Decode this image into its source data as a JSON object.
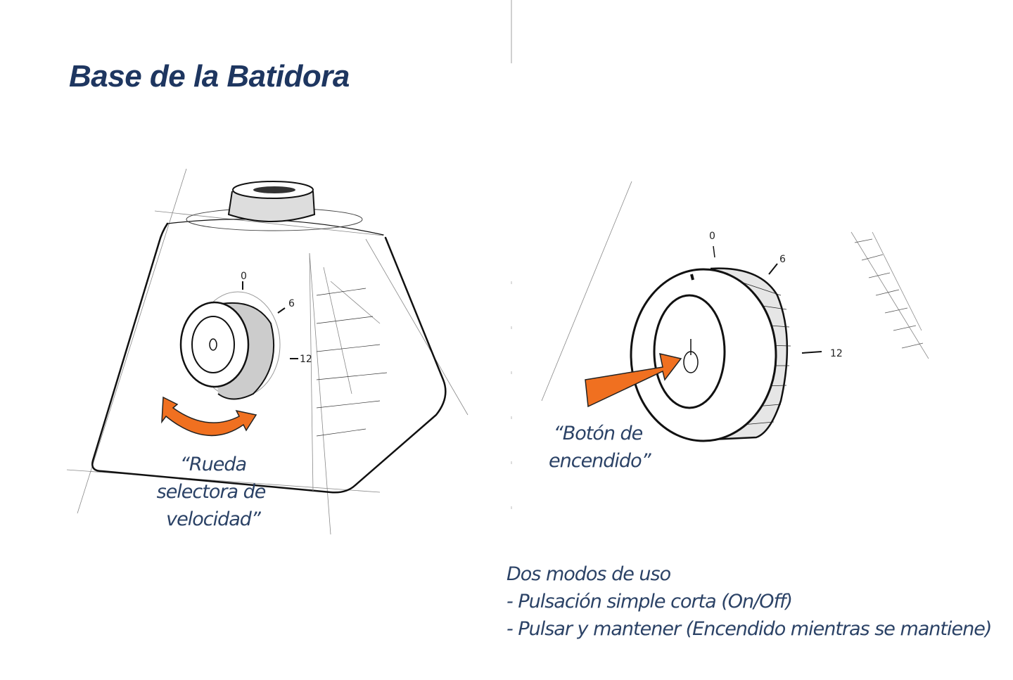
{
  "title": "Base de la Batidora",
  "left_sketch": {
    "caption": [
      "“Rueda",
      "selectora de",
      "velocidad”"
    ],
    "scale": [
      "0",
      "6",
      "12"
    ]
  },
  "right_sketch": {
    "caption": [
      "“Botón de",
      "encendido”"
    ],
    "scale": [
      "0",
      "6",
      "12"
    ]
  },
  "usage_notes": {
    "heading": "Dos modos de uso",
    "items": [
      "- Pulsación simple corta (On/Off)",
      "- Pulsar y mantener (Encendido mientras se mantiene)"
    ]
  },
  "colors": {
    "title": "#1e3660",
    "annotation": "#2b4266",
    "arrow": "#f07020"
  }
}
